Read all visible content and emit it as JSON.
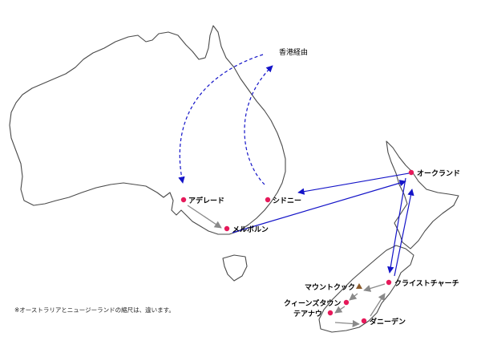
{
  "cities": {
    "adelaide": "アデレード",
    "melbourne": "メルボルン",
    "sydney": "シドニー",
    "auckland": "オークランド",
    "christchurch": "クライストチャーチ",
    "mount_cook": "マウントクック",
    "queenstown": "クィーンズタウン",
    "te_anau": "テアナウ",
    "dunedin": "ダニーデン"
  },
  "via_label": "香港経由",
  "note": "※オーストラリアとニュージーランドの縮尺は、違います。",
  "colors": {
    "city": "#e6195a",
    "route_primary": "#1414c8",
    "route_secondary": "#8a8a8a",
    "mountain_marker": "#8b5a2b",
    "coastline": "#4a4a4a"
  },
  "icons": {
    "mountain": "triangle-mountain-icon",
    "city": "dot-icon"
  }
}
